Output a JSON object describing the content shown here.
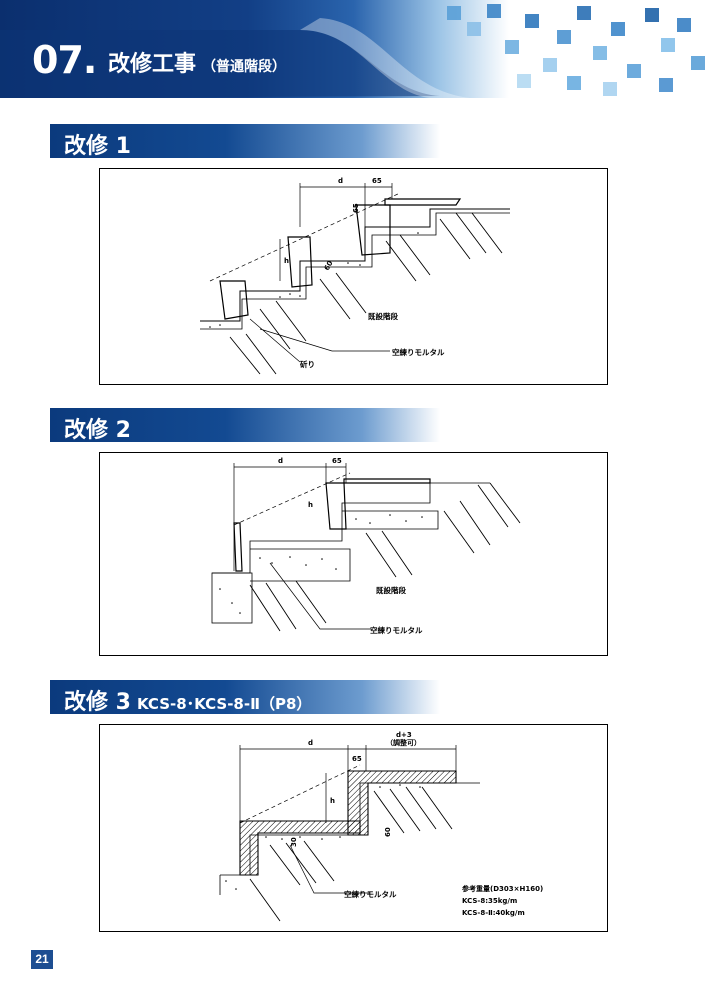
{
  "header": {
    "chapter_number": "07.",
    "title": "改修工事",
    "subtitle": "（普通階段）",
    "brand_color": "#123f86"
  },
  "sections": [
    {
      "title": "改修 1",
      "subtitle": "",
      "drawing": {
        "dim_d": "d",
        "dim_65": "65",
        "dim_65_vertical": "65",
        "dim_h": "h",
        "dim_60": "60",
        "label_existing": "既設階段",
        "label_mortar": "空練りモルタル",
        "label_chipping": "斫り"
      }
    },
    {
      "title": "改修 2",
      "subtitle": "",
      "drawing": {
        "dim_d": "d",
        "dim_65": "65",
        "dim_h": "h",
        "label_existing": "既設階段",
        "label_mortar": "空練りモルタル"
      }
    },
    {
      "title": "改修 3",
      "subtitle": "KCS-8･KCS-8-Ⅱ（P8）",
      "drawing": {
        "dim_d": "d",
        "dim_d3": "d+3",
        "dim_adjust": "（調整可）",
        "dim_65": "65",
        "dim_h": "h",
        "dim_60": "60",
        "dim_30": "30",
        "label_mortar": "空練りモルタル",
        "ref_weight_title": "参考重量(D303×H160)",
        "ref_weight_1": "KCS-8:35kg/m",
        "ref_weight_2": "KCS-8-Ⅱ:40kg/m"
      }
    }
  ],
  "footer": {
    "page_number": "21"
  }
}
